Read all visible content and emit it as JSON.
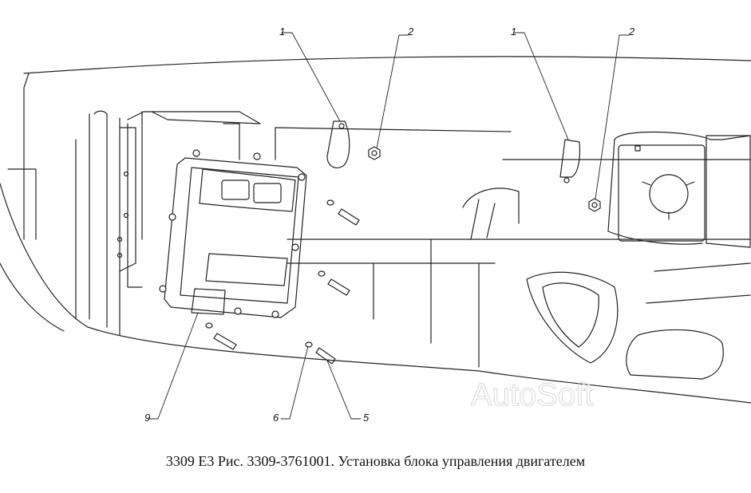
{
  "caption": "3309 Е3 Рис. 3309-3761001. Установка блока управления двигателем",
  "watermark": "AutoSoft",
  "callouts": [
    "1",
    "2",
    "1",
    "2",
    "9",
    "6",
    "5"
  ]
}
